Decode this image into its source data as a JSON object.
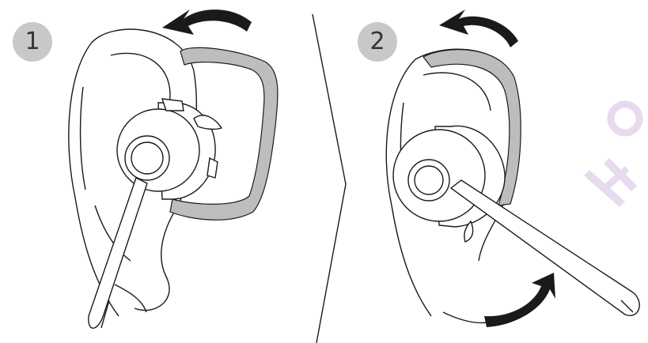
{
  "steps": [
    {
      "number": "1"
    },
    {
      "number": "2"
    }
  ],
  "colors": {
    "line": "#1a1a1a",
    "earhook": "#bdbdbd",
    "badge": "#c8c8c8",
    "watermark": "#e7d9ee"
  },
  "icons": [
    "rotate-arrow-icon",
    "headset-illustration",
    "ear-illustration",
    "watermark-logo"
  ]
}
